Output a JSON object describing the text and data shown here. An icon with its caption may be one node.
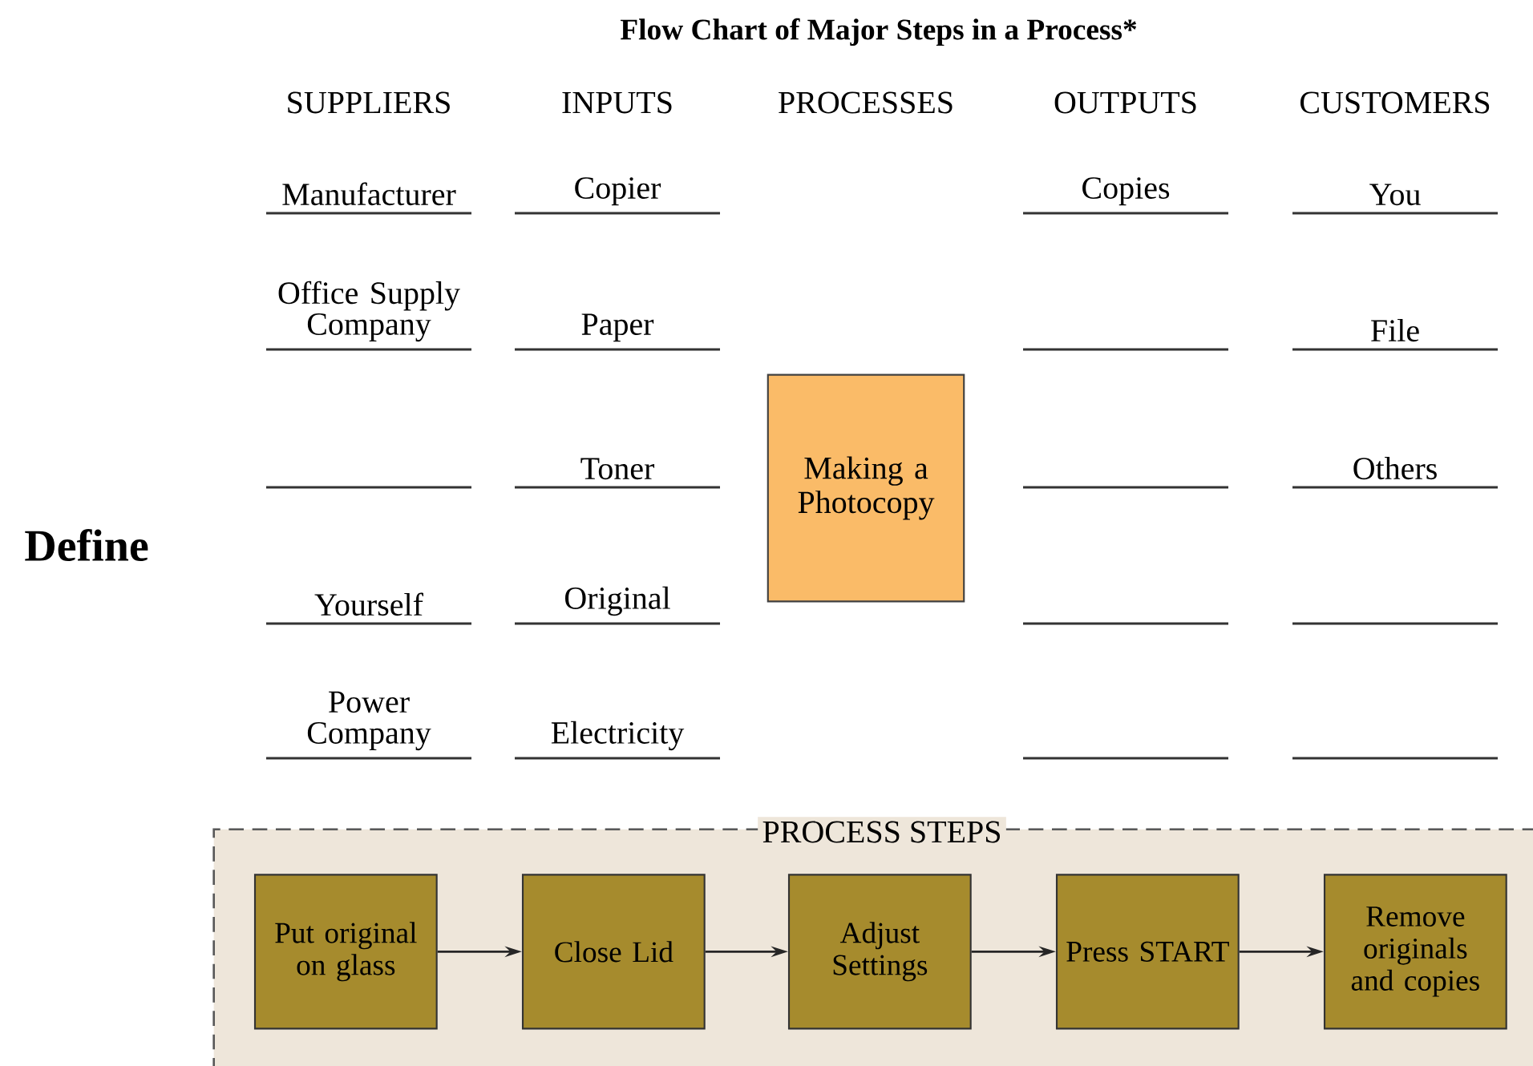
{
  "diagram": {
    "title": "Flow Chart of Major Steps in a Process*",
    "nodes": [
      {
        "text": [
          "Making a Photocopy"
        ]
      },
      {
        "text": [
          "PROCESS STEPS"
        ]
      },
      {
        "text": [
          "Put original on glass"
        ],
        "in": 1
      },
      {
        "text": [
          "Close Lid"
        ],
        "in": 1
      },
      {
        "text": [
          "Adjust Settings"
        ],
        "in": 1
      },
      {
        "text": [
          "Press START"
        ],
        "in": 1
      },
      {
        "text": [
          "Remove originals and copies"
        ],
        "in": 1
      }
    ],
    "edges": [
      {
        "from": 2,
        "to": 3,
        "arrow": "to"
      },
      {
        "from": 3,
        "to": 4,
        "arrow": "to"
      },
      {
        "from": 4,
        "to": 5,
        "arrow": "to"
      },
      {
        "from": 5,
        "to": 6,
        "arrow": "to"
      }
    ],
    "labels": [
      "SUPPLIERS",
      "INPUTS",
      "PROCESSES",
      "OUTPUTS",
      "CUSTOMERS",
      "Manufacturer",
      "Copier",
      "Copies",
      "You",
      "Office Supply Company",
      "Paper",
      "File",
      "Toner",
      "Others",
      "Define",
      "Yourself",
      "Original",
      "Power Company",
      "Electricity"
    ]
  }
}
